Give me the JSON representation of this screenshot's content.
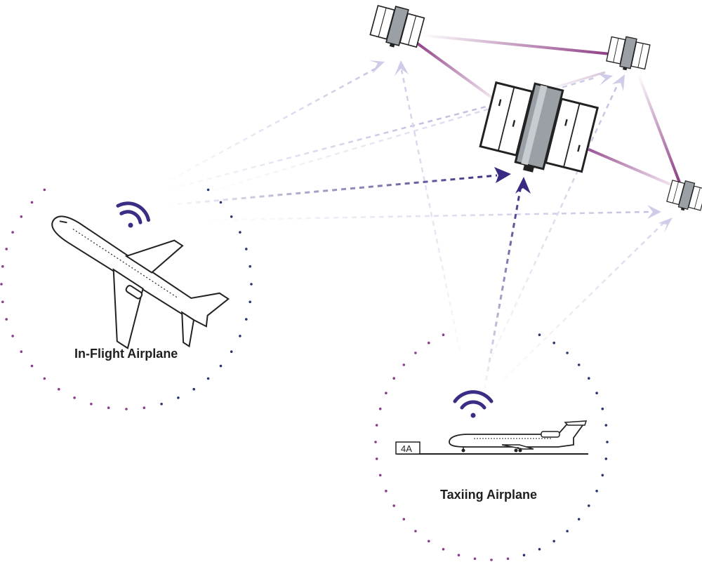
{
  "labels": {
    "in_flight": "In-Flight Airplane",
    "taxiing": "Taxiing Airplane",
    "gate_sign": "4A"
  },
  "colors": {
    "link_dark": "#3b2a82",
    "link_light": "#c9c6e4",
    "mesh_link": "#8e3f86",
    "dot_purple": "#8a3d8c",
    "dot_navy": "#2b3670",
    "wifi": "#3a2d84"
  },
  "icons": {
    "wifi": "wifi-icon",
    "satellite": "satellite-icon",
    "airplane": "airplane-icon"
  }
}
